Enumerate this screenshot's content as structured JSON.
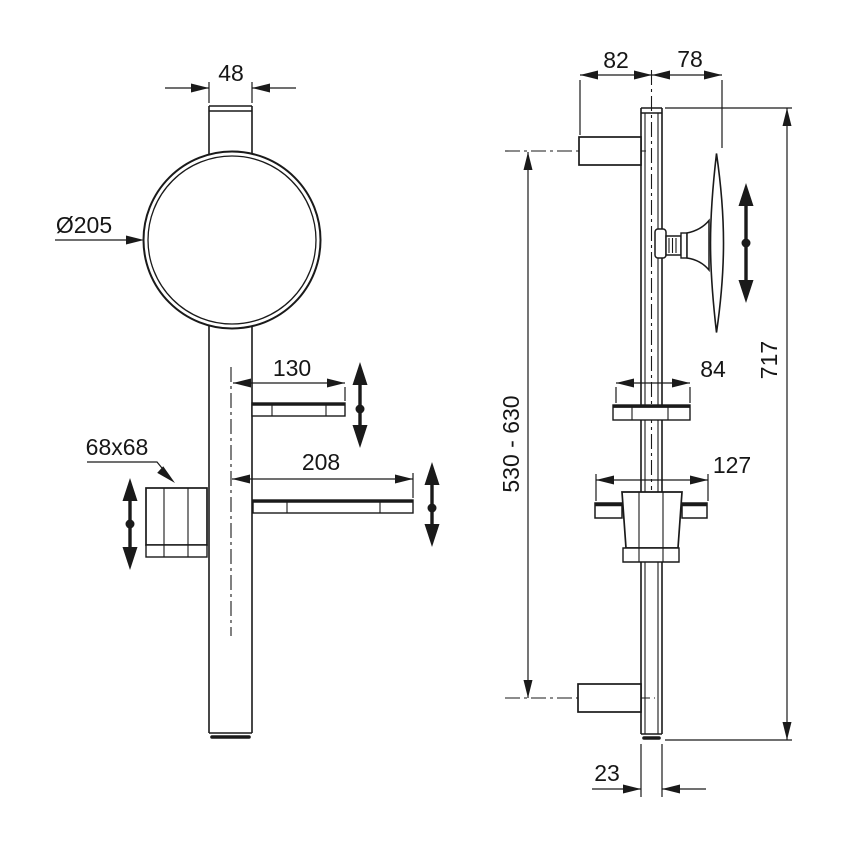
{
  "drawing": {
    "front_view": {
      "dim_stub_width": "48",
      "dim_head_diameter": "Ø205",
      "dim_shelf_small": "130",
      "dim_shelf_large": "208",
      "dim_handle": "68x68"
    },
    "side_view": {
      "dim_left_offset": "82",
      "dim_right_offset": "78",
      "dim_shelf_depth": "84",
      "dim_handle_depth": "127",
      "dim_total_height": "717",
      "dim_bracket_range": "530 - 630",
      "dim_rail_depth": "23"
    },
    "colors": {
      "line": "#1a1a1a",
      "background": "#ffffff"
    }
  }
}
